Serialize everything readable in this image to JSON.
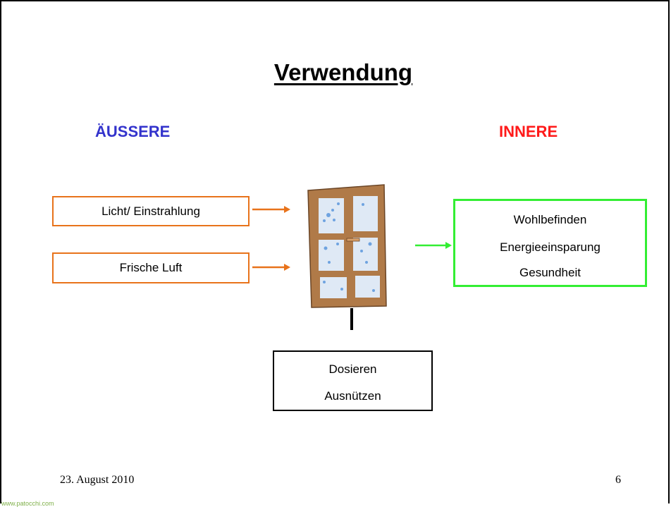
{
  "slide": {
    "title": "Verwendung",
    "outer_heading": "ÄUSSERE",
    "inner_heading": "INNERE",
    "outer_items": [
      "Licht/ Einstrahlung",
      "Frische Luft"
    ],
    "inner_items": [
      "Wohlbefinden",
      "Energieeinsparung",
      "Gesundheit"
    ],
    "control_items": [
      "Dosieren",
      "Ausnützen"
    ],
    "footer_date": "23. August 2010",
    "page_number": "6",
    "watermark": "www.patocchi.com"
  },
  "colors": {
    "title": "#000000",
    "outer_heading": "#3333cc",
    "inner_heading": "#ff1a1a",
    "outer_box_border": "#e8731b",
    "inner_box_border": "#33ee33",
    "window_frame": "#b07a48",
    "window_glass": "#dfe9f5",
    "watermark": "#7fb04a"
  },
  "icons": {
    "window": "window-icon",
    "arrows": "arrow-right-icon"
  }
}
